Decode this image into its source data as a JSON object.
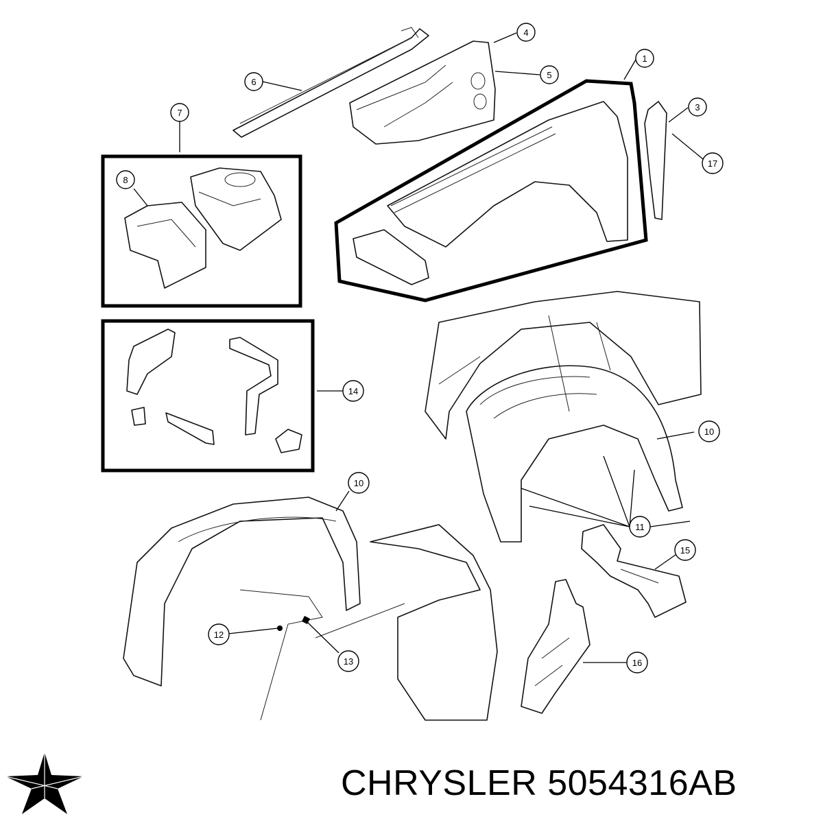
{
  "callouts": [
    {
      "id": "c1",
      "label": "1"
    },
    {
      "id": "c3",
      "label": "3"
    },
    {
      "id": "c4",
      "label": "4"
    },
    {
      "id": "c5",
      "label": "5"
    },
    {
      "id": "c6",
      "label": "6"
    },
    {
      "id": "c7",
      "label": "7"
    },
    {
      "id": "c8",
      "label": "8"
    },
    {
      "id": "c10a",
      "label": "10"
    },
    {
      "id": "c10b",
      "label": "10"
    },
    {
      "id": "c11",
      "label": "11"
    },
    {
      "id": "c12",
      "label": "12"
    },
    {
      "id": "c13",
      "label": "13"
    },
    {
      "id": "c14",
      "label": "14"
    },
    {
      "id": "c15",
      "label": "15"
    },
    {
      "id": "c16",
      "label": "16"
    },
    {
      "id": "c17",
      "label": "17"
    }
  ],
  "footer": {
    "brand": "CHRYSLER",
    "part_number": "5054316AB",
    "caption": "CHRYSLER 5054316AB"
  },
  "logo": {
    "icon": "pentastar-icon",
    "color": "#000000"
  }
}
